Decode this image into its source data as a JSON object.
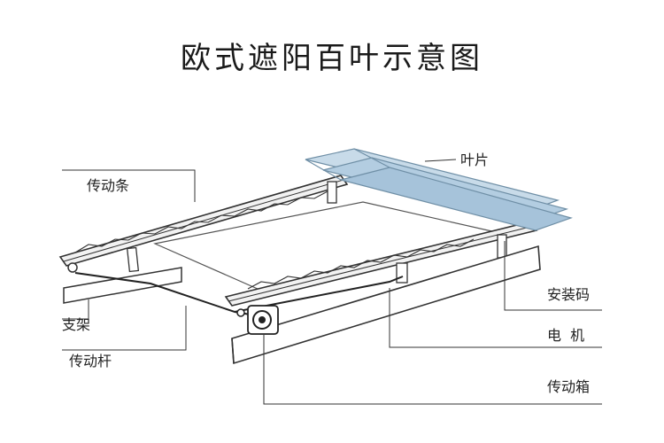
{
  "title": "欧式遮阳百叶示意图",
  "labels": {
    "blades": "叶片",
    "drive_strip": "传动条",
    "mount_code": "安装码",
    "bracket": "支架",
    "motor": "电  机",
    "drive_rod": "传动杆",
    "gearbox": "传动箱"
  },
  "colors": {
    "blade_fill": "#b9d2e4",
    "blade_stroke": "#6f8fa6",
    "frame": "#333333",
    "leader": "#333333"
  }
}
